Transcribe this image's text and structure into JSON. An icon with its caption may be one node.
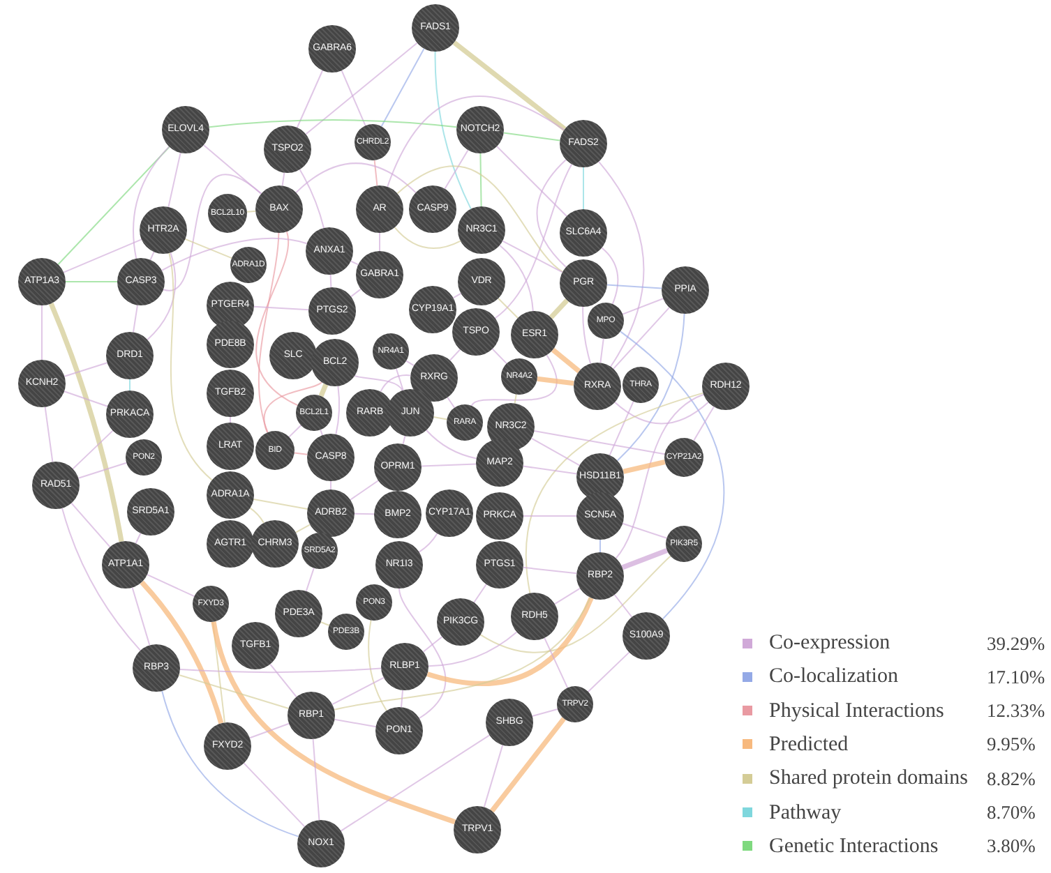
{
  "diagram": {
    "nodes": [
      {
        "text": [
          "FADS1"
        ]
      },
      {
        "text": [
          "GABRA6"
        ]
      },
      {
        "text": [
          "ELOVL4"
        ]
      },
      {
        "text": [
          "NOTCH2"
        ]
      },
      {
        "text": [
          "CHRDL2"
        ]
      },
      {
        "text": [
          "FADS2"
        ]
      },
      {
        "text": [
          "TSPO2"
        ]
      },
      {
        "text": [
          "BAX"
        ]
      },
      {
        "text": [
          "AR"
        ]
      },
      {
        "text": [
          "CASP9"
        ]
      },
      {
        "text": [
          "BCL2L10"
        ]
      },
      {
        "text": [
          "HTR2A"
        ]
      },
      {
        "text": [
          "NR3C1"
        ]
      },
      {
        "text": [
          "SLC6A4"
        ]
      },
      {
        "text": [
          "ANXA1"
        ]
      },
      {
        "text": [
          "ADRA1D"
        ]
      },
      {
        "text": [
          "GABRA1"
        ]
      },
      {
        "text": [
          "VDR"
        ]
      },
      {
        "text": [
          "ATP1A3"
        ]
      },
      {
        "text": [
          "CASP3"
        ]
      },
      {
        "text": [
          "PGR"
        ]
      },
      {
        "text": [
          "PPIA"
        ]
      },
      {
        "text": [
          "PTGER4"
        ]
      },
      {
        "text": [
          "CYP19A1"
        ]
      },
      {
        "text": [
          "PTGS2"
        ]
      },
      {
        "text": [
          "MPO"
        ]
      },
      {
        "text": [
          "TSPO"
        ]
      },
      {
        "text": [
          "ESR1"
        ]
      },
      {
        "text": [
          "PDE8B"
        ]
      },
      {
        "text": [
          "NR4A1"
        ]
      },
      {
        "text": [
          "SLC"
        ]
      },
      {
        "text": [
          "DRD1"
        ]
      },
      {
        "text": [
          "BCL2"
        ]
      },
      {
        "text": [
          "NR4A2"
        ]
      },
      {
        "text": [
          "RXRG"
        ]
      },
      {
        "text": [
          "KCNH2"
        ]
      },
      {
        "text": [
          "THRA"
        ]
      },
      {
        "text": [
          "RXRA"
        ]
      },
      {
        "text": [
          "RDH12"
        ]
      },
      {
        "text": [
          "TGFB2"
        ]
      },
      {
        "text": [
          "PRKACA"
        ]
      },
      {
        "text": [
          "BCL2L1"
        ]
      },
      {
        "text": [
          "RARB"
        ]
      },
      {
        "text": [
          "JUN"
        ]
      },
      {
        "text": [
          "RARA"
        ]
      },
      {
        "text": [
          "NR3C2"
        ]
      },
      {
        "text": [
          "LRAT"
        ]
      },
      {
        "text": [
          "BID"
        ]
      },
      {
        "text": [
          "CASP8"
        ]
      },
      {
        "text": [
          "PON2"
        ]
      },
      {
        "text": [
          "CYP21A2"
        ]
      },
      {
        "text": [
          "MAP2"
        ]
      },
      {
        "text": [
          "OPRM1"
        ]
      },
      {
        "text": [
          "HSD11B1"
        ]
      },
      {
        "text": [
          "RAD51"
        ]
      },
      {
        "text": [
          "ADRA1A"
        ]
      },
      {
        "text": [
          "SRD5A1"
        ]
      },
      {
        "text": [
          "ADRB2"
        ]
      },
      {
        "text": [
          "CYP17A1"
        ]
      },
      {
        "text": [
          "BMP2"
        ]
      },
      {
        "text": [
          "PRKCA"
        ]
      },
      {
        "text": [
          "SCN5A"
        ]
      },
      {
        "text": [
          "AGTR1"
        ]
      },
      {
        "text": [
          "CHRM3"
        ]
      },
      {
        "text": [
          "PIK3R5"
        ]
      },
      {
        "text": [
          "SRD5A2"
        ]
      },
      {
        "text": [
          "ATP1A1"
        ]
      },
      {
        "text": [
          "NR1I3"
        ]
      },
      {
        "text": [
          "PTGS1"
        ]
      },
      {
        "text": [
          "RBP2"
        ]
      },
      {
        "text": [
          "PON3"
        ]
      },
      {
        "text": [
          "FXYD3"
        ]
      },
      {
        "text": [
          "PDE3A"
        ]
      },
      {
        "text": [
          "RDH5"
        ]
      },
      {
        "text": [
          "PIK3CG"
        ]
      },
      {
        "text": [
          "PDE3B"
        ]
      },
      {
        "text": [
          "S100A9"
        ]
      },
      {
        "text": [
          "TGFB1"
        ]
      },
      {
        "text": [
          "RLBP1"
        ]
      },
      {
        "text": [
          "RBP3"
        ]
      },
      {
        "text": [
          "TRPV2"
        ]
      },
      {
        "text": [
          "RBP1"
        ]
      },
      {
        "text": [
          "SHBG"
        ]
      },
      {
        "text": [
          "PON1"
        ]
      },
      {
        "text": [
          "FXYD2"
        ]
      },
      {
        "text": [
          "TRPV1"
        ]
      },
      {
        "text": [
          "NOX1"
        ]
      }
    ],
    "edges": [
      {
        "from": 0,
        "to": 5,
        "arrow": "none",
        "style": "thick",
        "color": "#d4cc96"
      },
      {
        "from": 0,
        "to": 4,
        "arrow": "none",
        "color": "#94a9e6"
      },
      {
        "from": 0,
        "to": 12,
        "arrow": "none",
        "color": "#7fd7dd"
      },
      {
        "from": 0,
        "to": 6,
        "arrow": "none"
      },
      {
        "from": 1,
        "to": 6,
        "arrow": "none"
      },
      {
        "from": 1,
        "to": 4,
        "arrow": "none"
      },
      {
        "from": 2,
        "to": 11,
        "arrow": "none"
      },
      {
        "from": 2,
        "to": 18,
        "arrow": "none",
        "color": "#7fd97f"
      },
      {
        "from": 2,
        "to": 19,
        "arrow": "none"
      },
      {
        "from": 2,
        "to": 3,
        "arrow": "none",
        "color": "#7fd97f"
      },
      {
        "from": 2,
        "to": 7,
        "arrow": "none"
      },
      {
        "from": 3,
        "to": 5,
        "arrow": "none",
        "color": "#7fd97f"
      },
      {
        "from": 3,
        "to": 12,
        "arrow": "none",
        "color": "#7fd97f"
      },
      {
        "from": 3,
        "to": 9,
        "arrow": "none"
      },
      {
        "from": 3,
        "to": 13,
        "arrow": "none"
      },
      {
        "from": 5,
        "to": 13,
        "arrow": "none",
        "color": "#7fd7dd"
      },
      {
        "from": 5,
        "to": 20,
        "arrow": "none"
      },
      {
        "from": 5,
        "to": 37,
        "arrow": "none"
      },
      {
        "from": 5,
        "to": 26,
        "arrow": "none"
      },
      {
        "from": 5,
        "to": 8,
        "arrow": "none"
      },
      {
        "from": 4,
        "to": 8,
        "arrow": "none",
        "color": "#e99aa2"
      },
      {
        "from": 6,
        "to": 7,
        "arrow": "none"
      },
      {
        "from": 6,
        "to": 14,
        "arrow": "none"
      },
      {
        "from": 7,
        "to": 10,
        "arrow": "none",
        "color": "#d4cc96"
      },
      {
        "from": 7,
        "to": 47,
        "arrow": "none",
        "color": "#e99aa2"
      },
      {
        "from": 7,
        "to": 9,
        "arrow": "none"
      },
      {
        "from": 7,
        "to": 41,
        "arrow": "none",
        "color": "#e99aa2"
      },
      {
        "from": 7,
        "to": 19,
        "arrow": "none"
      },
      {
        "from": 8,
        "to": 20,
        "arrow": "none",
        "color": "#d4cc96"
      },
      {
        "from": 8,
        "to": 12,
        "arrow": "none",
        "color": "#d4cc96"
      },
      {
        "from": 8,
        "to": 16,
        "arrow": "none"
      },
      {
        "from": 11,
        "to": 31,
        "arrow": "none"
      },
      {
        "from": 11,
        "to": 15,
        "arrow": "none",
        "color": "#d4cc96"
      },
      {
        "from": 11,
        "to": 19,
        "arrow": "none"
      },
      {
        "from": 11,
        "to": 55,
        "arrow": "none",
        "color": "#d4cc96"
      },
      {
        "from": 11,
        "to": 18,
        "arrow": "none"
      },
      {
        "from": 12,
        "to": 20,
        "arrow": "none"
      },
      {
        "from": 12,
        "to": 27,
        "arrow": "none"
      },
      {
        "from": 13,
        "to": 25,
        "arrow": "none"
      },
      {
        "from": 14,
        "to": 24,
        "arrow": "none"
      },
      {
        "from": 14,
        "to": 19,
        "arrow": "none"
      },
      {
        "from": 17,
        "to": 23,
        "arrow": "none"
      },
      {
        "from": 17,
        "to": 27,
        "arrow": "none",
        "color": "#d4cc96"
      },
      {
        "from": 18,
        "to": 66,
        "arrow": "none",
        "style": "thick",
        "color": "#d4cc96"
      },
      {
        "from": 18,
        "to": 35,
        "arrow": "none"
      },
      {
        "from": 18,
        "to": 19,
        "arrow": "none",
        "color": "#7fd97f"
      },
      {
        "from": 19,
        "to": 31,
        "arrow": "none"
      },
      {
        "from": 20,
        "to": 27,
        "arrow": "none",
        "style": "thick",
        "color": "#d4cc96"
      },
      {
        "from": 20,
        "to": 37,
        "arrow": "none"
      },
      {
        "from": 20,
        "to": 21,
        "arrow": "none",
        "color": "#94a9e6"
      },
      {
        "from": 21,
        "to": 37,
        "arrow": "none"
      },
      {
        "from": 21,
        "to": 25,
        "arrow": "none"
      },
      {
        "from": 21,
        "to": 53,
        "arrow": "none",
        "color": "#94a9e6"
      },
      {
        "from": 22,
        "to": 24,
        "arrow": "none"
      },
      {
        "from": 25,
        "to": 37,
        "arrow": "none"
      },
      {
        "from": 25,
        "to": 76,
        "arrow": "none",
        "color": "#94a9e6"
      },
      {
        "from": 26,
        "to": 34,
        "arrow": "none"
      },
      {
        "from": 26,
        "to": 33,
        "arrow": "none"
      },
      {
        "from": 27,
        "to": 37,
        "arrow": "none",
        "style": "thick",
        "color": "#f7b97e"
      },
      {
        "from": 27,
        "to": 44,
        "arrow": "none"
      },
      {
        "from": 29,
        "to": 34,
        "arrow": "none"
      },
      {
        "from": 29,
        "to": 43,
        "arrow": "none"
      },
      {
        "from": 31,
        "to": 40,
        "arrow": "none",
        "color": "#7fd7dd"
      },
      {
        "from": 31,
        "to": 35,
        "arrow": "none"
      },
      {
        "from": 32,
        "to": 41,
        "arrow": "none",
        "style": "thick",
        "color": "#d4cc96"
      },
      {
        "from": 32,
        "to": 47,
        "arrow": "none",
        "color": "#e99aa2"
      },
      {
        "from": 32,
        "to": 48,
        "arrow": "none"
      },
      {
        "from": 32,
        "to": 43,
        "arrow": "none"
      },
      {
        "from": 33,
        "to": 37,
        "arrow": "none",
        "style": "thick",
        "color": "#f7b97e"
      },
      {
        "from": 33,
        "to": 45,
        "arrow": "none",
        "color": "#d4cc96"
      },
      {
        "from": 34,
        "to": 44,
        "arrow": "none"
      },
      {
        "from": 34,
        "to": 42,
        "arrow": "none"
      },
      {
        "from": 35,
        "to": 54,
        "arrow": "none"
      },
      {
        "from": 35,
        "to": 40,
        "arrow": "none"
      },
      {
        "from": 36,
        "to": 53,
        "arrow": "none"
      },
      {
        "from": 38,
        "to": 37,
        "arrow": "none"
      },
      {
        "from": 38,
        "to": 73,
        "arrow": "none",
        "color": "#d4cc96"
      },
      {
        "from": 38,
        "to": 69,
        "arrow": "none"
      },
      {
        "from": 39,
        "to": 46,
        "arrow": "none"
      },
      {
        "from": 40,
        "to": 54,
        "arrow": "none"
      },
      {
        "from": 41,
        "to": 47,
        "arrow": "none"
      },
      {
        "from": 41,
        "to": 48,
        "arrow": "none"
      },
      {
        "from": 43,
        "to": 52,
        "arrow": "none"
      },
      {
        "from": 43,
        "to": 51,
        "arrow": "none"
      },
      {
        "from": 45,
        "to": 53,
        "arrow": "none"
      },
      {
        "from": 45,
        "to": 50,
        "arrow": "none"
      },
      {
        "from": 47,
        "to": 48,
        "arrow": "none",
        "color": "#e99aa2"
      },
      {
        "from": 49,
        "to": 54,
        "arrow": "none"
      },
      {
        "from": 50,
        "to": 53,
        "arrow": "none",
        "style": "thick",
        "color": "#f7b97e"
      },
      {
        "from": 50,
        "to": 38,
        "arrow": "none"
      },
      {
        "from": 51,
        "to": 53,
        "arrow": "none"
      },
      {
        "from": 52,
        "to": 57,
        "arrow": "none"
      },
      {
        "from": 54,
        "to": 66,
        "arrow": "none"
      },
      {
        "from": 54,
        "to": 79,
        "arrow": "none"
      },
      {
        "from": 55,
        "to": 57,
        "arrow": "none",
        "color": "#d4cc96"
      },
      {
        "from": 55,
        "to": 63,
        "arrow": "none",
        "color": "#d4cc96"
      },
      {
        "from": 56,
        "to": 66,
        "arrow": "none"
      },
      {
        "from": 57,
        "to": 63,
        "arrow": "none",
        "color": "#d4cc96"
      },
      {
        "from": 58,
        "to": 67,
        "arrow": "none"
      },
      {
        "from": 60,
        "to": 61,
        "arrow": "none"
      },
      {
        "from": 61,
        "to": 64,
        "arrow": "none"
      },
      {
        "from": 64,
        "to": 74,
        "arrow": "none",
        "color": "#d4cc96"
      },
      {
        "from": 64,
        "to": 69,
        "arrow": "none",
        "style": "thick"
      },
      {
        "from": 66,
        "to": 84,
        "arrow": "none",
        "style": "thick",
        "color": "#f7b97e"
      },
      {
        "from": 66,
        "to": 71,
        "arrow": "none"
      },
      {
        "from": 66,
        "to": 79,
        "arrow": "none"
      },
      {
        "from": 67,
        "to": 83,
        "arrow": "none"
      },
      {
        "from": 68,
        "to": 69,
        "arrow": "none"
      },
      {
        "from": 69,
        "to": 78,
        "arrow": "none",
        "style": "thick",
        "color": "#f7b97e"
      },
      {
        "from": 69,
        "to": 81,
        "arrow": "none",
        "color": "#d4cc96"
      },
      {
        "from": 69,
        "to": 76,
        "arrow": "none"
      },
      {
        "from": 69,
        "to": 73,
        "arrow": "none"
      },
      {
        "from": 70,
        "to": 83,
        "arrow": "none",
        "color": "#d4cc96"
      },
      {
        "from": 71,
        "to": 84,
        "arrow": "none",
        "color": "#d4cc96"
      },
      {
        "from": 71,
        "to": 85,
        "arrow": "none",
        "style": "thick",
        "color": "#f7b97e"
      },
      {
        "from": 72,
        "to": 75,
        "arrow": "none",
        "color": "#d4cc96"
      },
      {
        "from": 73,
        "to": 78,
        "arrow": "none"
      },
      {
        "from": 73,
        "to": 80,
        "arrow": "none"
      },
      {
        "from": 74,
        "to": 78,
        "arrow": "none"
      },
      {
        "from": 76,
        "to": 80,
        "arrow": "none"
      },
      {
        "from": 77,
        "to": 81,
        "arrow": "none"
      },
      {
        "from": 78,
        "to": 81,
        "arrow": "none"
      },
      {
        "from": 78,
        "to": 79,
        "arrow": "none"
      },
      {
        "from": 79,
        "to": 81,
        "arrow": "none",
        "color": "#d4cc96"
      },
      {
        "from": 79,
        "to": 86,
        "arrow": "none",
        "color": "#94a9e6"
      },
      {
        "from": 80,
        "to": 85,
        "arrow": "none",
        "style": "thick",
        "color": "#f7b97e"
      },
      {
        "from": 80,
        "to": 82,
        "arrow": "none"
      },
      {
        "from": 81,
        "to": 86,
        "arrow": "none"
      },
      {
        "from": 81,
        "to": 83,
        "arrow": "none"
      },
      {
        "from": 82,
        "to": 85,
        "arrow": "none"
      },
      {
        "from": 84,
        "to": 86,
        "arrow": "none"
      },
      {
        "from": 84,
        "to": 81,
        "arrow": "none"
      },
      {
        "from": 86,
        "to": 82,
        "arrow": "none"
      },
      {
        "from": 14,
        "to": 16,
        "arrow": "none"
      },
      {
        "from": 16,
        "to": 24,
        "arrow": "none"
      },
      {
        "from": 57,
        "to": 59,
        "arrow": "none"
      },
      {
        "from": 61,
        "to": 69,
        "arrow": "none",
        "color": "#94a9e6"
      },
      {
        "from": 68,
        "to": 74,
        "arrow": "none"
      },
      {
        "from": 51,
        "to": 52,
        "arrow": "none"
      },
      {
        "from": 43,
        "to": 44,
        "arrow": "none",
        "color": "#d4cc96"
      },
      {
        "from": 48,
        "to": 57,
        "arrow": "none"
      },
      {
        "from": 72,
        "to": 65,
        "arrow": "none"
      },
      {
        "from": 78,
        "to": 83,
        "arrow": "none"
      }
    ],
    "labels": [
      "39.29%",
      "17.10%",
      "12.33%",
      "9.95%",
      "8.82%",
      "8.70%",
      "3.80%"
    ],
    "legend": [
      {
        "text": "Co-expression",
        "color": "#d0a9d8"
      },
      {
        "text": "Co-localization",
        "color": "#94a9e6"
      },
      {
        "text": "Physical Interactions",
        "color": "#e99aa2"
      },
      {
        "text": "Predicted",
        "color": "#f7b97e"
      },
      {
        "text": "Shared protein domains",
        "color": "#d4cc96"
      },
      {
        "text": "Pathway",
        "color": "#7fd7dd"
      },
      {
        "text": "Genetic Interactions",
        "color": "#7fd97f"
      }
    ]
  }
}
